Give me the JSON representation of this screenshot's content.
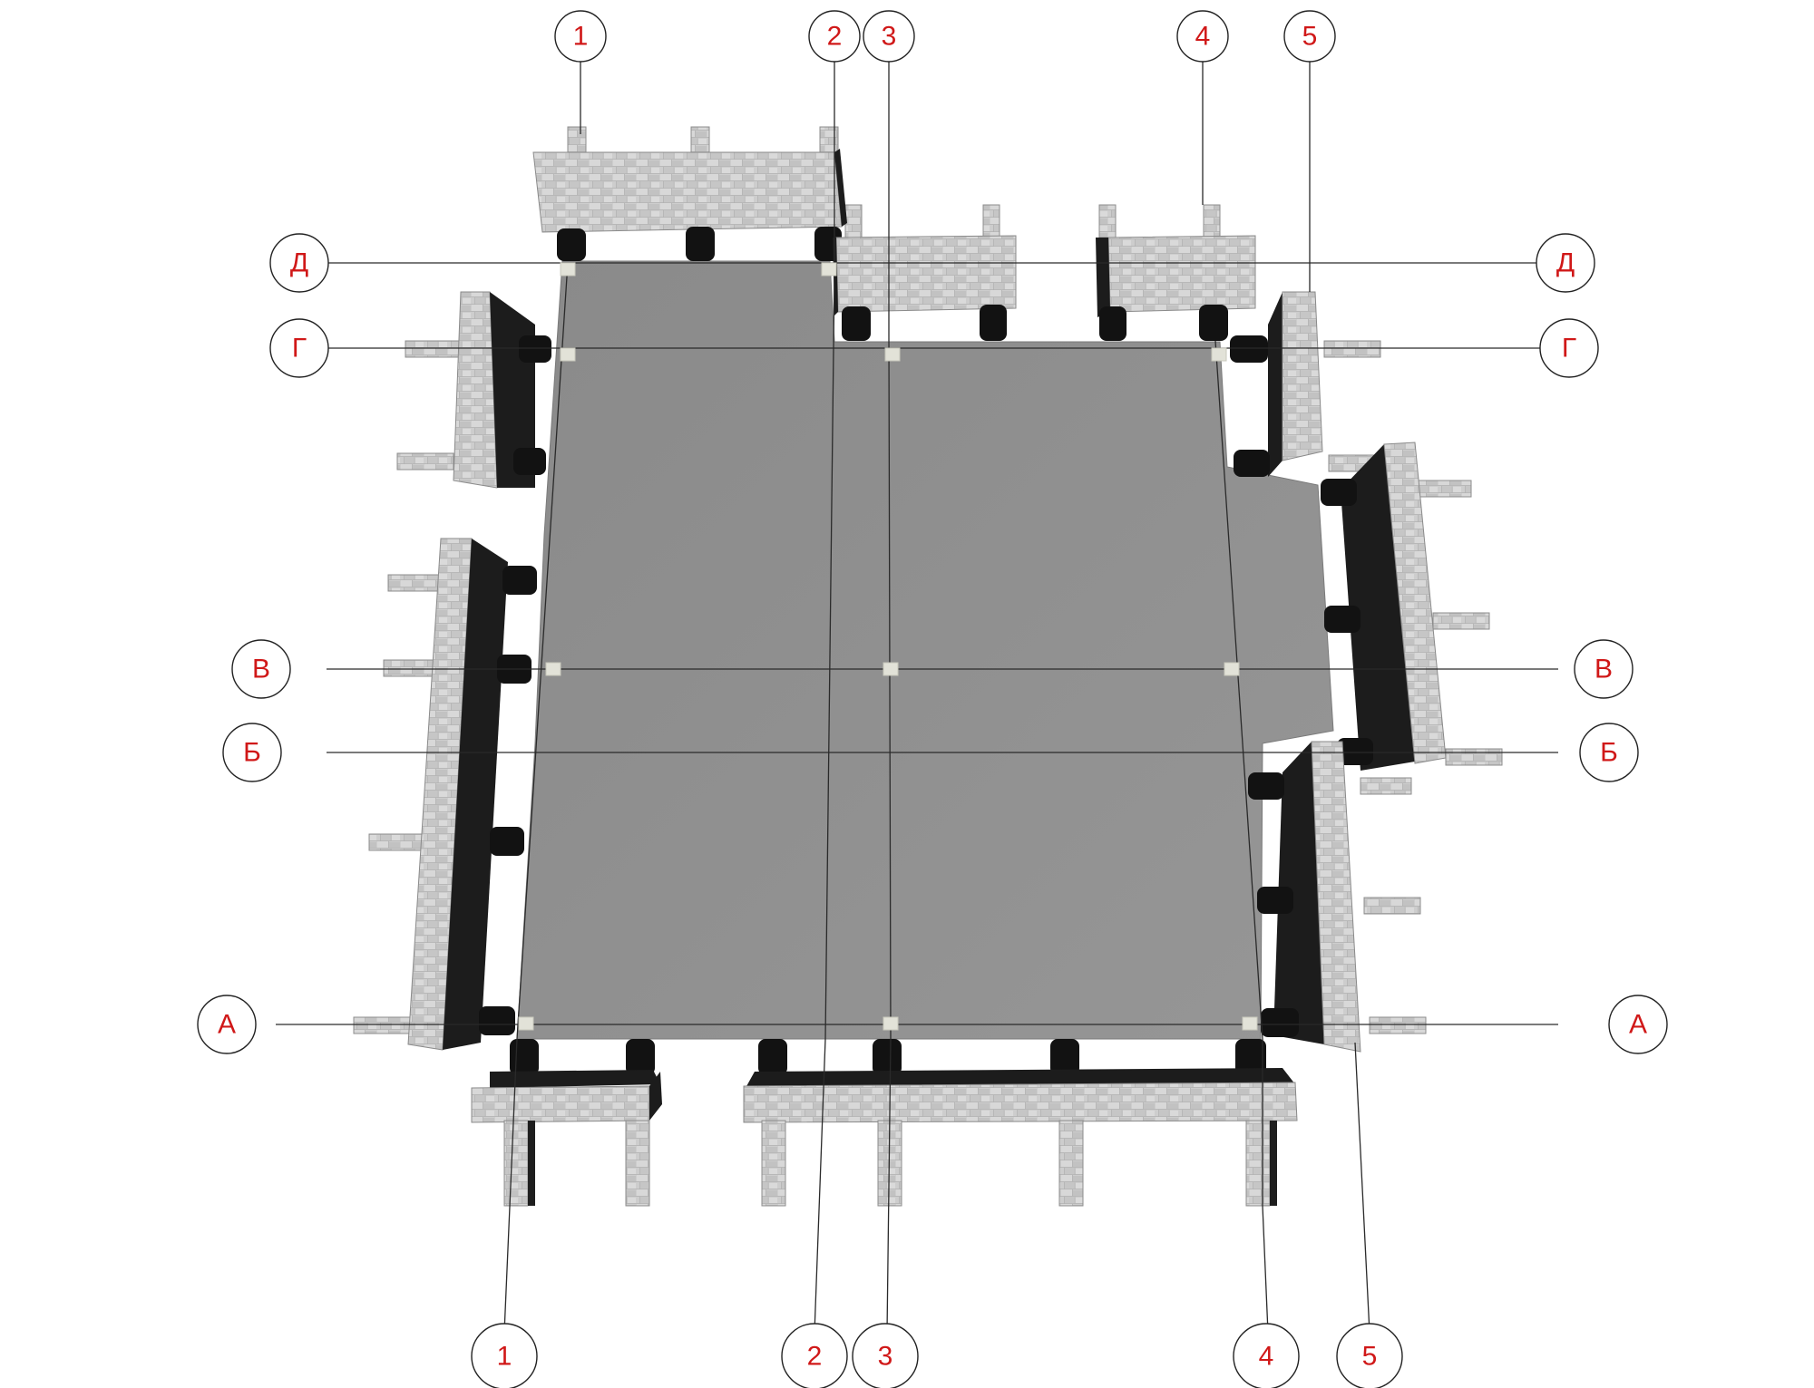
{
  "diagram": {
    "colors": {
      "slab": "#8f8f8f",
      "wall_stone": "#cfcfcf",
      "wall_shadow": "#1c1c1c",
      "axis_label": "#d01818",
      "grid_line": "#2a2a2a"
    },
    "axes_numeric": [
      "1",
      "2",
      "3",
      "4",
      "5"
    ],
    "axes_letter": [
      "А",
      "Б",
      "В",
      "Г",
      "Д"
    ],
    "top_labels": [
      "1",
      "2",
      "3",
      "4",
      "5"
    ],
    "bottom_labels": [
      "1",
      "2",
      "3",
      "4",
      "5"
    ],
    "left_labels": [
      "Д",
      "Г",
      "В",
      "Б",
      "А"
    ],
    "right_labels": [
      "Д",
      "Г",
      "В",
      "Б",
      "А"
    ]
  }
}
